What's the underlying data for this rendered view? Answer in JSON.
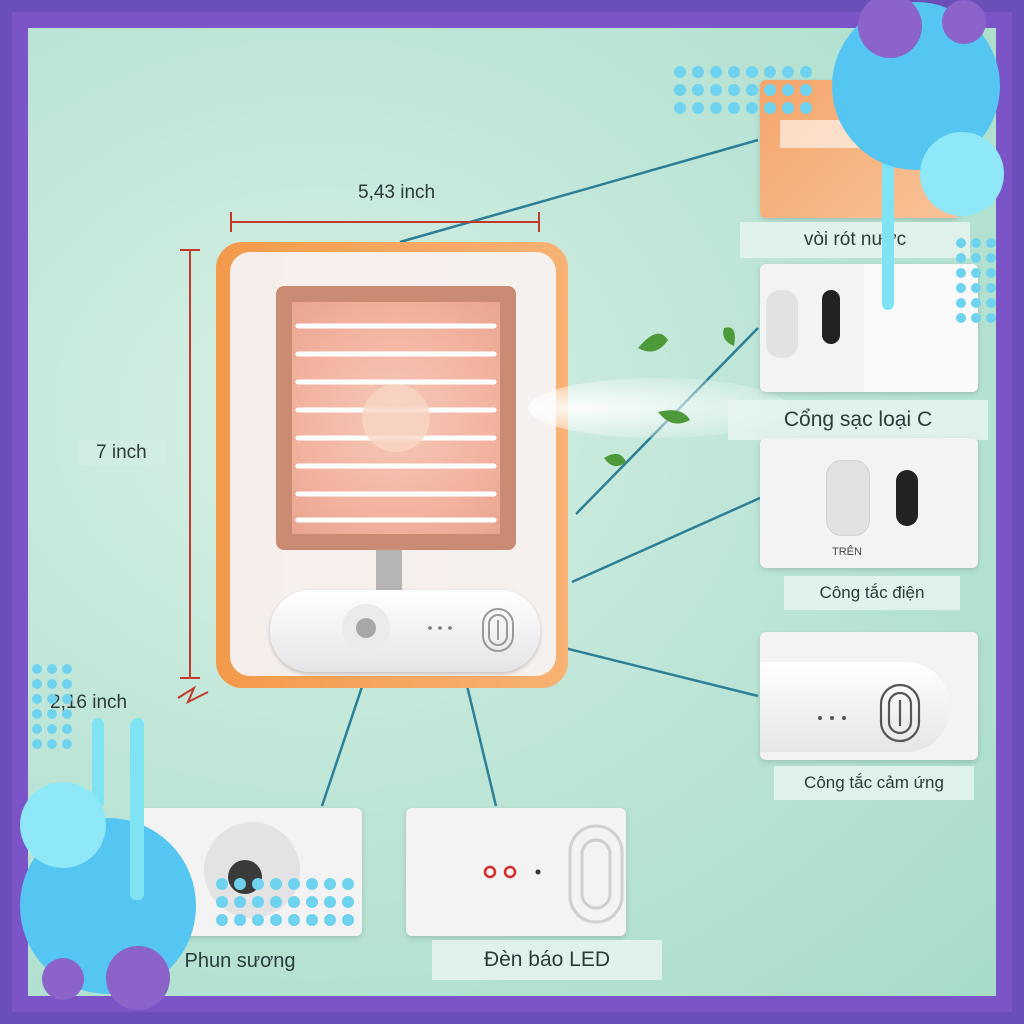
{
  "dimensions": {
    "width_label": "5,43 inch",
    "height_label": "7 inch",
    "depth_label": "2,16 inch"
  },
  "callouts": {
    "water_spout": "vòi rót nước",
    "usb_c_port": "Cổng sạc loại C",
    "switch_mark": "TRÊN",
    "power_switch": "Công tắc điện",
    "touch_switch": "Công tắc cảm ứng",
    "mist_nozzle": "Phun sương",
    "led_indicator": "Đèn báo LED"
  },
  "colors": {
    "frame": "#7b55c7",
    "fan_orange": "#f0893a",
    "accent_cyan": "#55c6f2",
    "leader_line": "#2d7f96"
  },
  "icons": [
    "leaf-icon",
    "fingerprint-touch-icon",
    "usb-c-port-icon",
    "slide-switch-icon",
    "mist-nozzle-icon",
    "led-dot-icon"
  ]
}
